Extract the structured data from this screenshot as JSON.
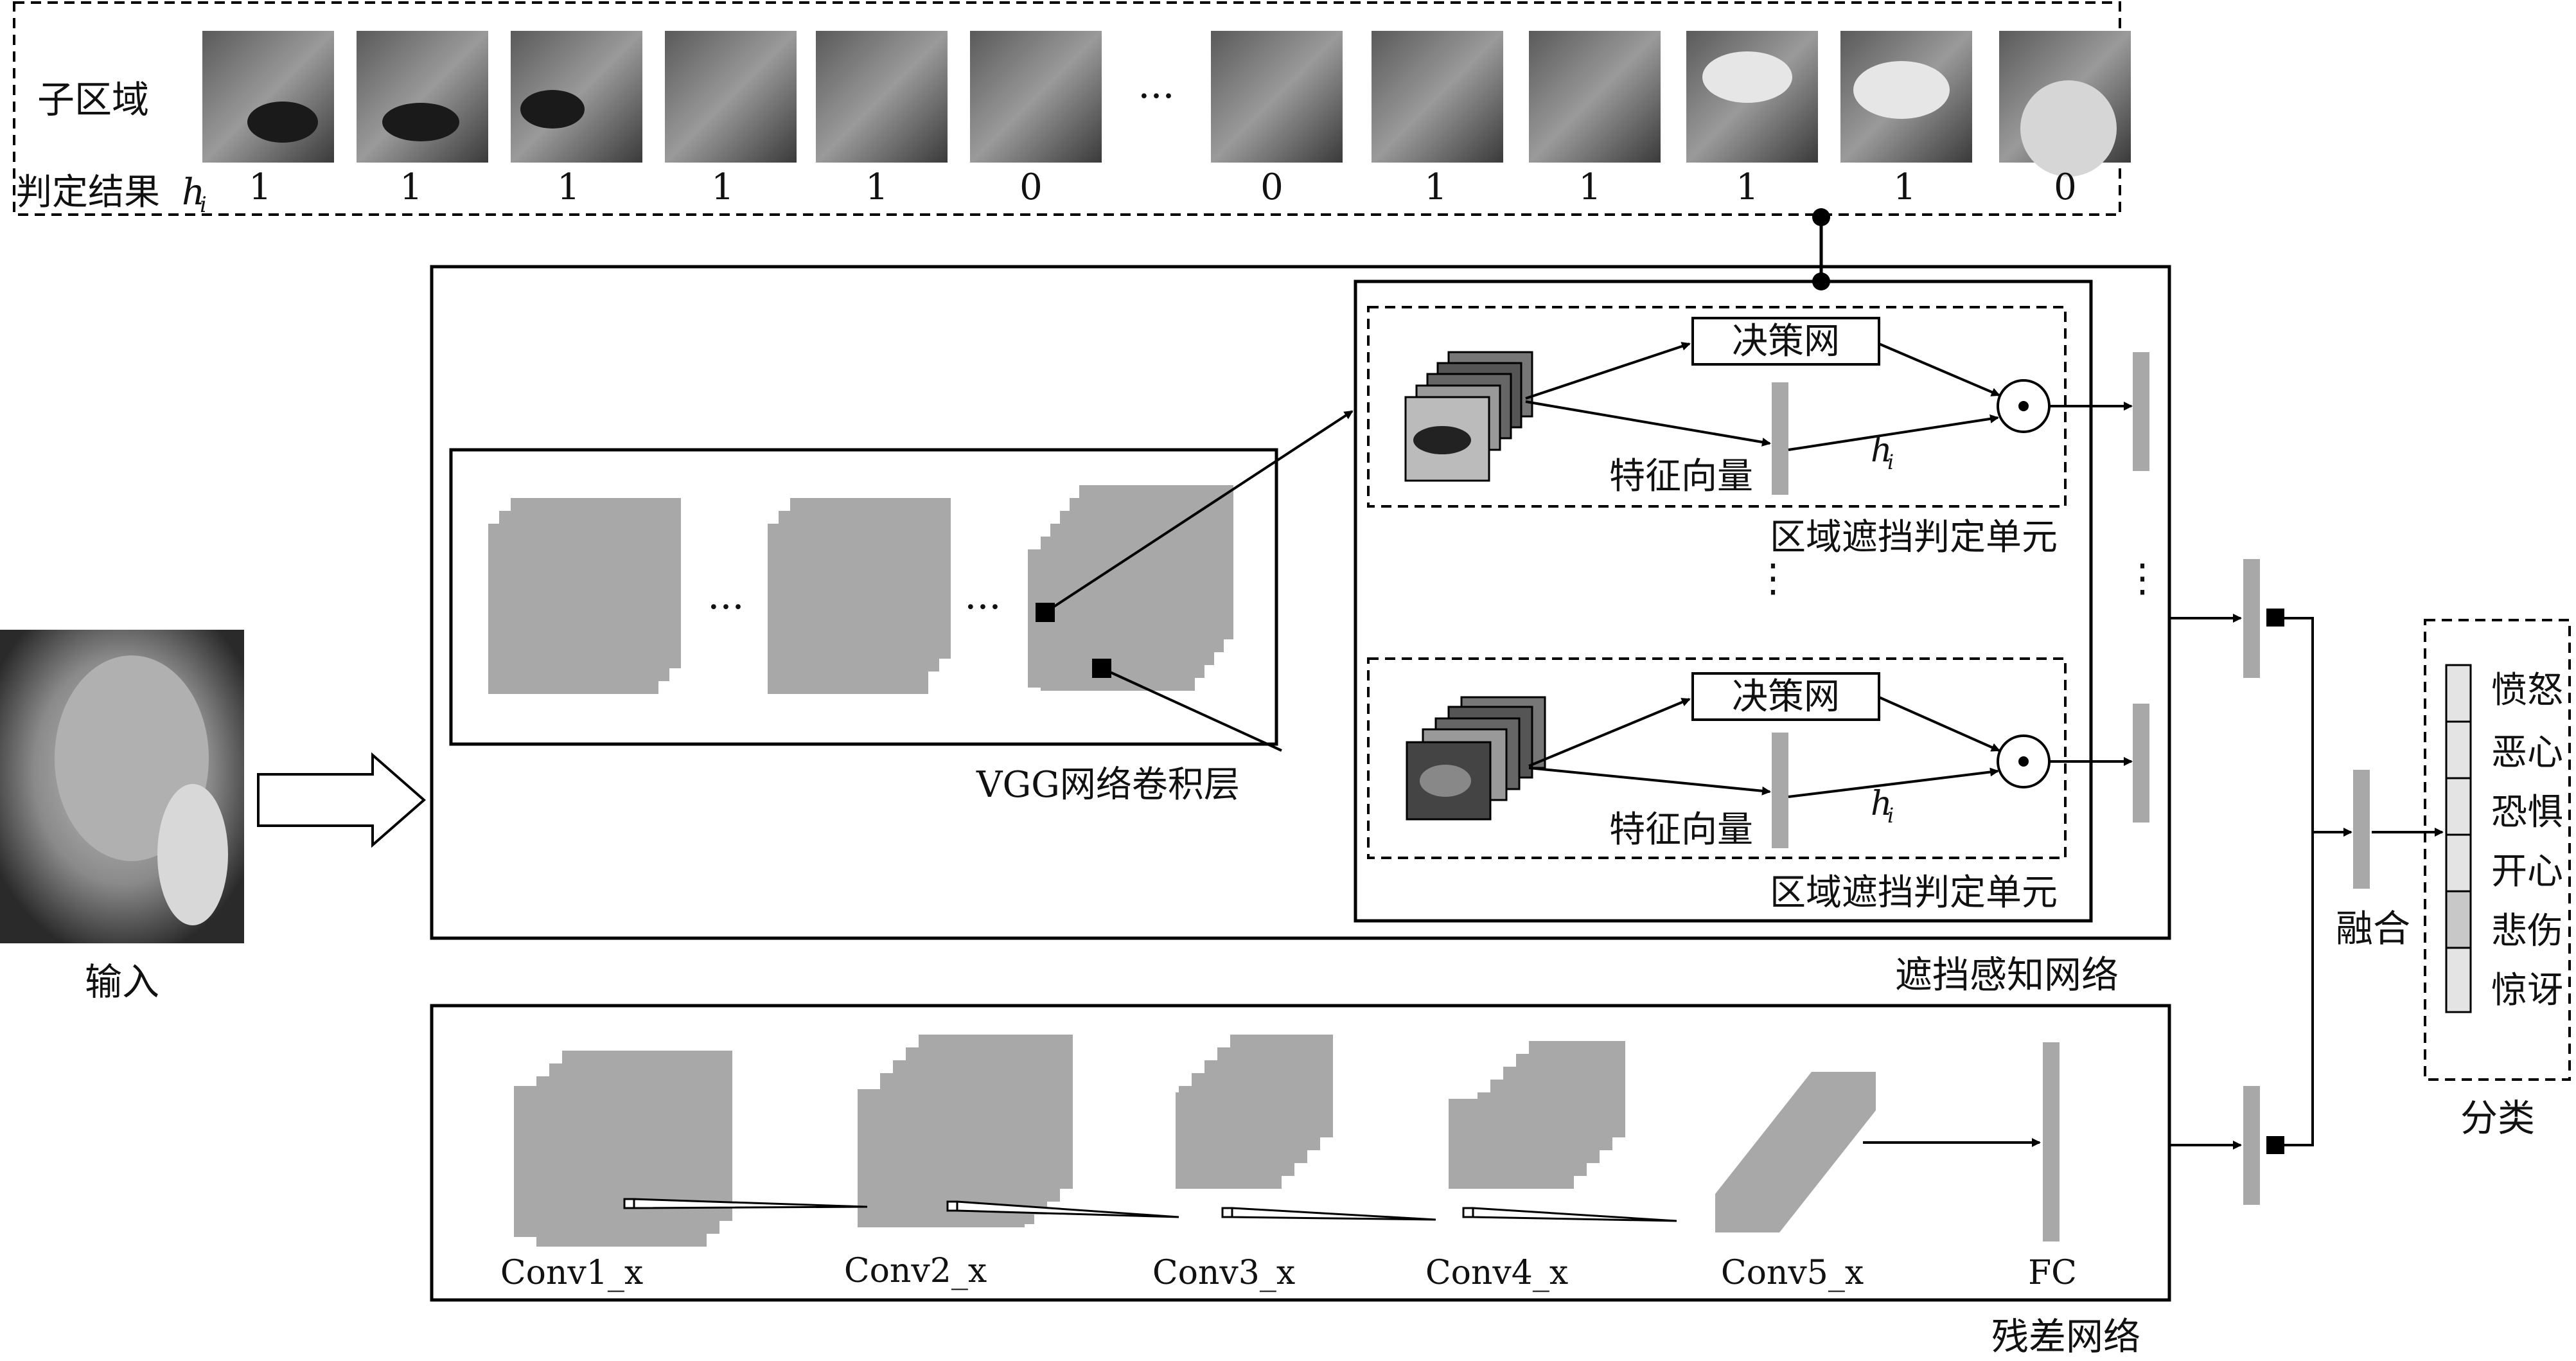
{
  "top_panel": {
    "subregion_label": "子区域",
    "result_label": "判定结果",
    "result_var": "h",
    "result_sub": "i",
    "ellipsis": "···",
    "results": [
      "1",
      "1",
      "1",
      "1",
      "1",
      "0",
      "0",
      "1",
      "1",
      "1",
      "1",
      "0"
    ]
  },
  "input_label": "输入",
  "vgg_label": "VGG网络卷积层",
  "occlusion_unit": {
    "decision_net": "决策网",
    "feature_vector": "特征向量",
    "h_var": "h",
    "h_sub": "i",
    "unit_label": "区域遮挡判定单元",
    "ellipsis_v": "⋮"
  },
  "occlusion_net_label": "遮挡感知网络",
  "residual_net_label": "残差网络",
  "residual_layers": [
    "Conv1_x",
    "Conv2_x",
    "Conv3_x",
    "Conv4_x",
    "Conv5_x",
    "FC"
  ],
  "fusion_label": "融合",
  "classify_label": "分类",
  "classes": [
    "愤怒",
    "恶心",
    "恐惧",
    "开心",
    "悲伤",
    "惊讶"
  ],
  "vgg_ellipsis": "···",
  "colors": {
    "block": "#a8a8a8",
    "line": "#000000",
    "bg": "#ffffff"
  }
}
